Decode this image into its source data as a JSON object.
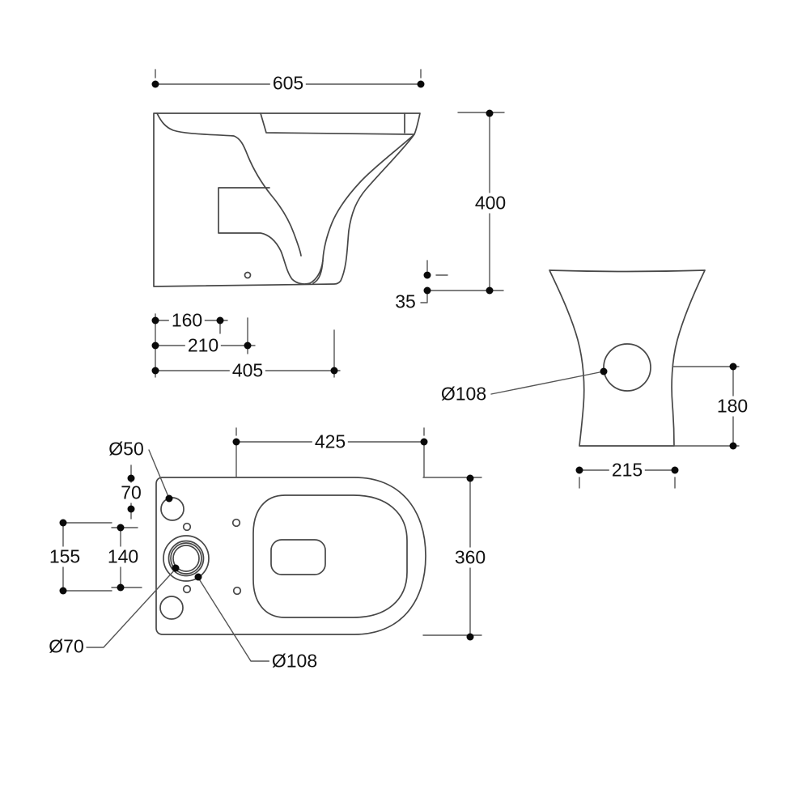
{
  "colors": {
    "line": "#474747",
    "dim_line": "#555555",
    "marker": "#0a0a0a",
    "text": "#111111",
    "background": "#ffffff"
  },
  "side_view": {
    "dims": {
      "overall_width": "605",
      "overall_height": "400",
      "outlet_center_height": "35",
      "fixing_160": "160",
      "fixing_210": "210",
      "base_length_405": "405"
    }
  },
  "rear_view": {
    "dims": {
      "outlet_diameter": "Ø108",
      "outlet_height_180": "180",
      "base_width_215": "215"
    }
  },
  "plan_view": {
    "dims": {
      "seat_hole_diameter": "Ø50",
      "seat_hole_offset_70": "70",
      "fixing_span_155": "155",
      "fixing_span_140": "140",
      "length_425": "425",
      "overall_width_360": "360",
      "inlet_diameter": "Ø70",
      "outlet_diameter": "Ø108"
    }
  }
}
